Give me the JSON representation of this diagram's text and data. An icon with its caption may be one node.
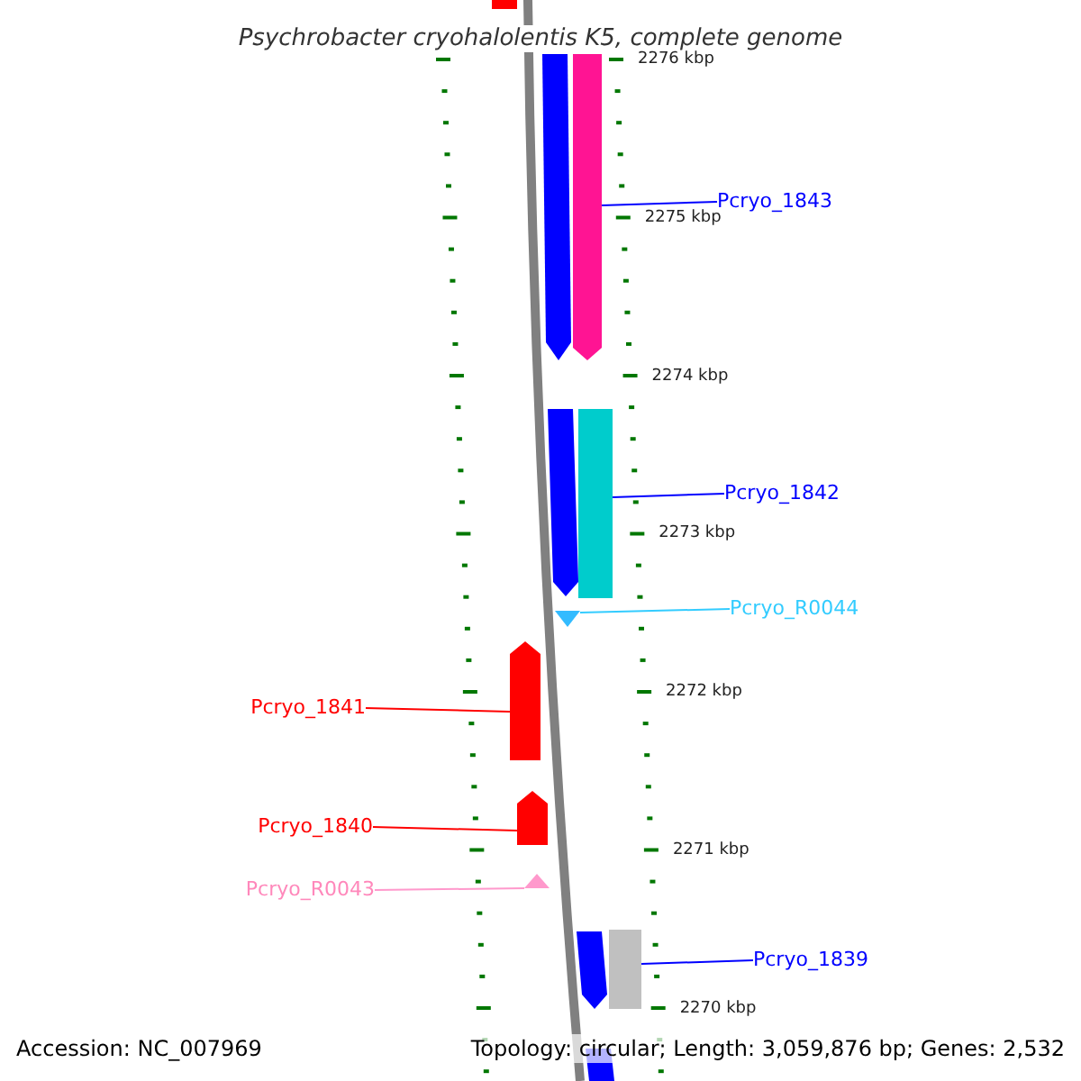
{
  "diagram": {
    "title": "Psychrobacter cryohalolentis K5, complete genome",
    "nodes": [
      {
        "text": [
          "Pcryo_1843"
        ]
      },
      {
        "text": [],
        "shape": "arrow"
      },
      {
        "text": [
          "Pcryo_1842"
        ]
      },
      {
        "text": [],
        "shape": "bar"
      },
      {
        "text": [
          "Pcryo_R0044"
        ]
      },
      {
        "text": [],
        "shape": "arrow"
      },
      {
        "text": [
          "Pcryo_1841"
        ]
      },
      {
        "text": [],
        "shape": "arrow"
      },
      {
        "text": [
          "Pcryo_1840"
        ]
      },
      {
        "text": [],
        "shape": "arrow"
      },
      {
        "text": [
          "Pcryo_R0043"
        ]
      },
      {
        "text": [],
        "shape": "arrow"
      },
      {
        "text": [
          "Pcryo_1839"
        ]
      },
      {
        "text": [],
        "shape": "bar"
      }
    ],
    "edges": [
      {
        "from": 0,
        "to": 1,
        "arrow": "none"
      },
      {
        "from": 2,
        "to": 3,
        "arrow": "none"
      },
      {
        "from": 4,
        "to": 5,
        "arrow": "none",
        "color": "#33ccff"
      },
      {
        "from": 6,
        "to": 7,
        "arrow": "none",
        "color": "#ff0000"
      },
      {
        "from": 8,
        "to": 9,
        "arrow": "none",
        "color": "#ff0000"
      },
      {
        "from": 10,
        "to": 11,
        "arrow": "none",
        "color": "#ff99cc"
      },
      {
        "from": 12,
        "to": 13,
        "arrow": "none"
      }
    ],
    "labels": [
      "2276 kbp",
      "2275 kbp",
      "2274 kbp",
      "2273 kbp",
      "2272 kbp",
      "2271 kbp",
      "2270 kbp",
      "Accession: NC_007969",
      "Topology: circular; Length: 3,059,876 bp; Genes: 2,532"
    ]
  }
}
